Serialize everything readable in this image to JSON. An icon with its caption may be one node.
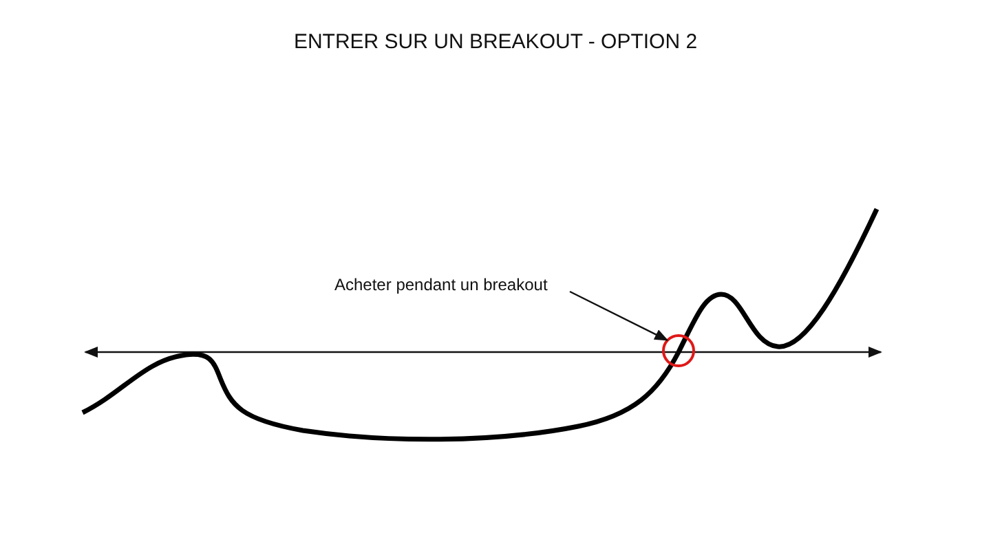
{
  "diagram": {
    "title": "ENTRER SUR UN BREAKOUT - OPTION 2",
    "nodes": [
      {
        "text": [
          "Acheter pendant un breakout"
        ]
      },
      {
        "text": [],
        "shape": "circle"
      }
    ],
    "edges": [
      {
        "from": 0,
        "to": 1,
        "arrow": "to"
      }
    ]
  }
}
